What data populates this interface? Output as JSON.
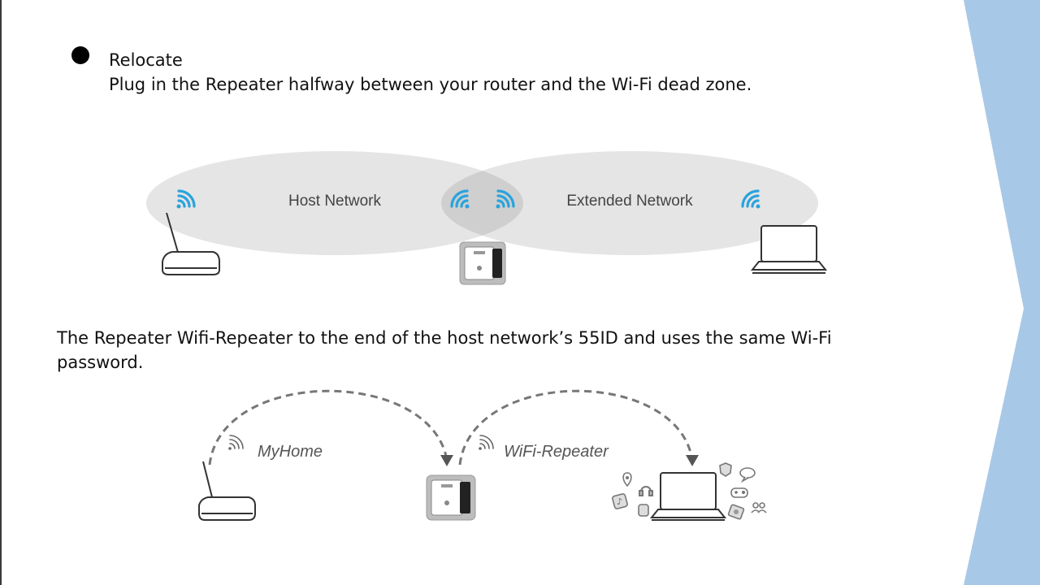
{
  "slide": {
    "heading": "Relocate",
    "instruction": "Plug in the Repeater halfway between your router and the Wi-Fi dead zone.",
    "caption_line1": "The Repeater Wifi-Repeater to the end of the host network’s 55ID and uses the same Wi-Fi",
    "caption_line2": "password."
  },
  "diagram_top": {
    "left_zone_label": "Host Network",
    "right_zone_label": "Extended Network",
    "devices": [
      "router",
      "repeater",
      "laptop"
    ]
  },
  "diagram_bottom": {
    "first_ssid_label": "MyHome",
    "second_ssid_label": "WiFi-Repeater",
    "devices": [
      "router",
      "repeater",
      "laptop"
    ]
  },
  "colors": {
    "accent_band": "#a8c8e8",
    "wifi_signal": "#2aa3dc",
    "coverage_zone": "#e5e5e5",
    "overlap_zone": "#cfcfcf"
  }
}
